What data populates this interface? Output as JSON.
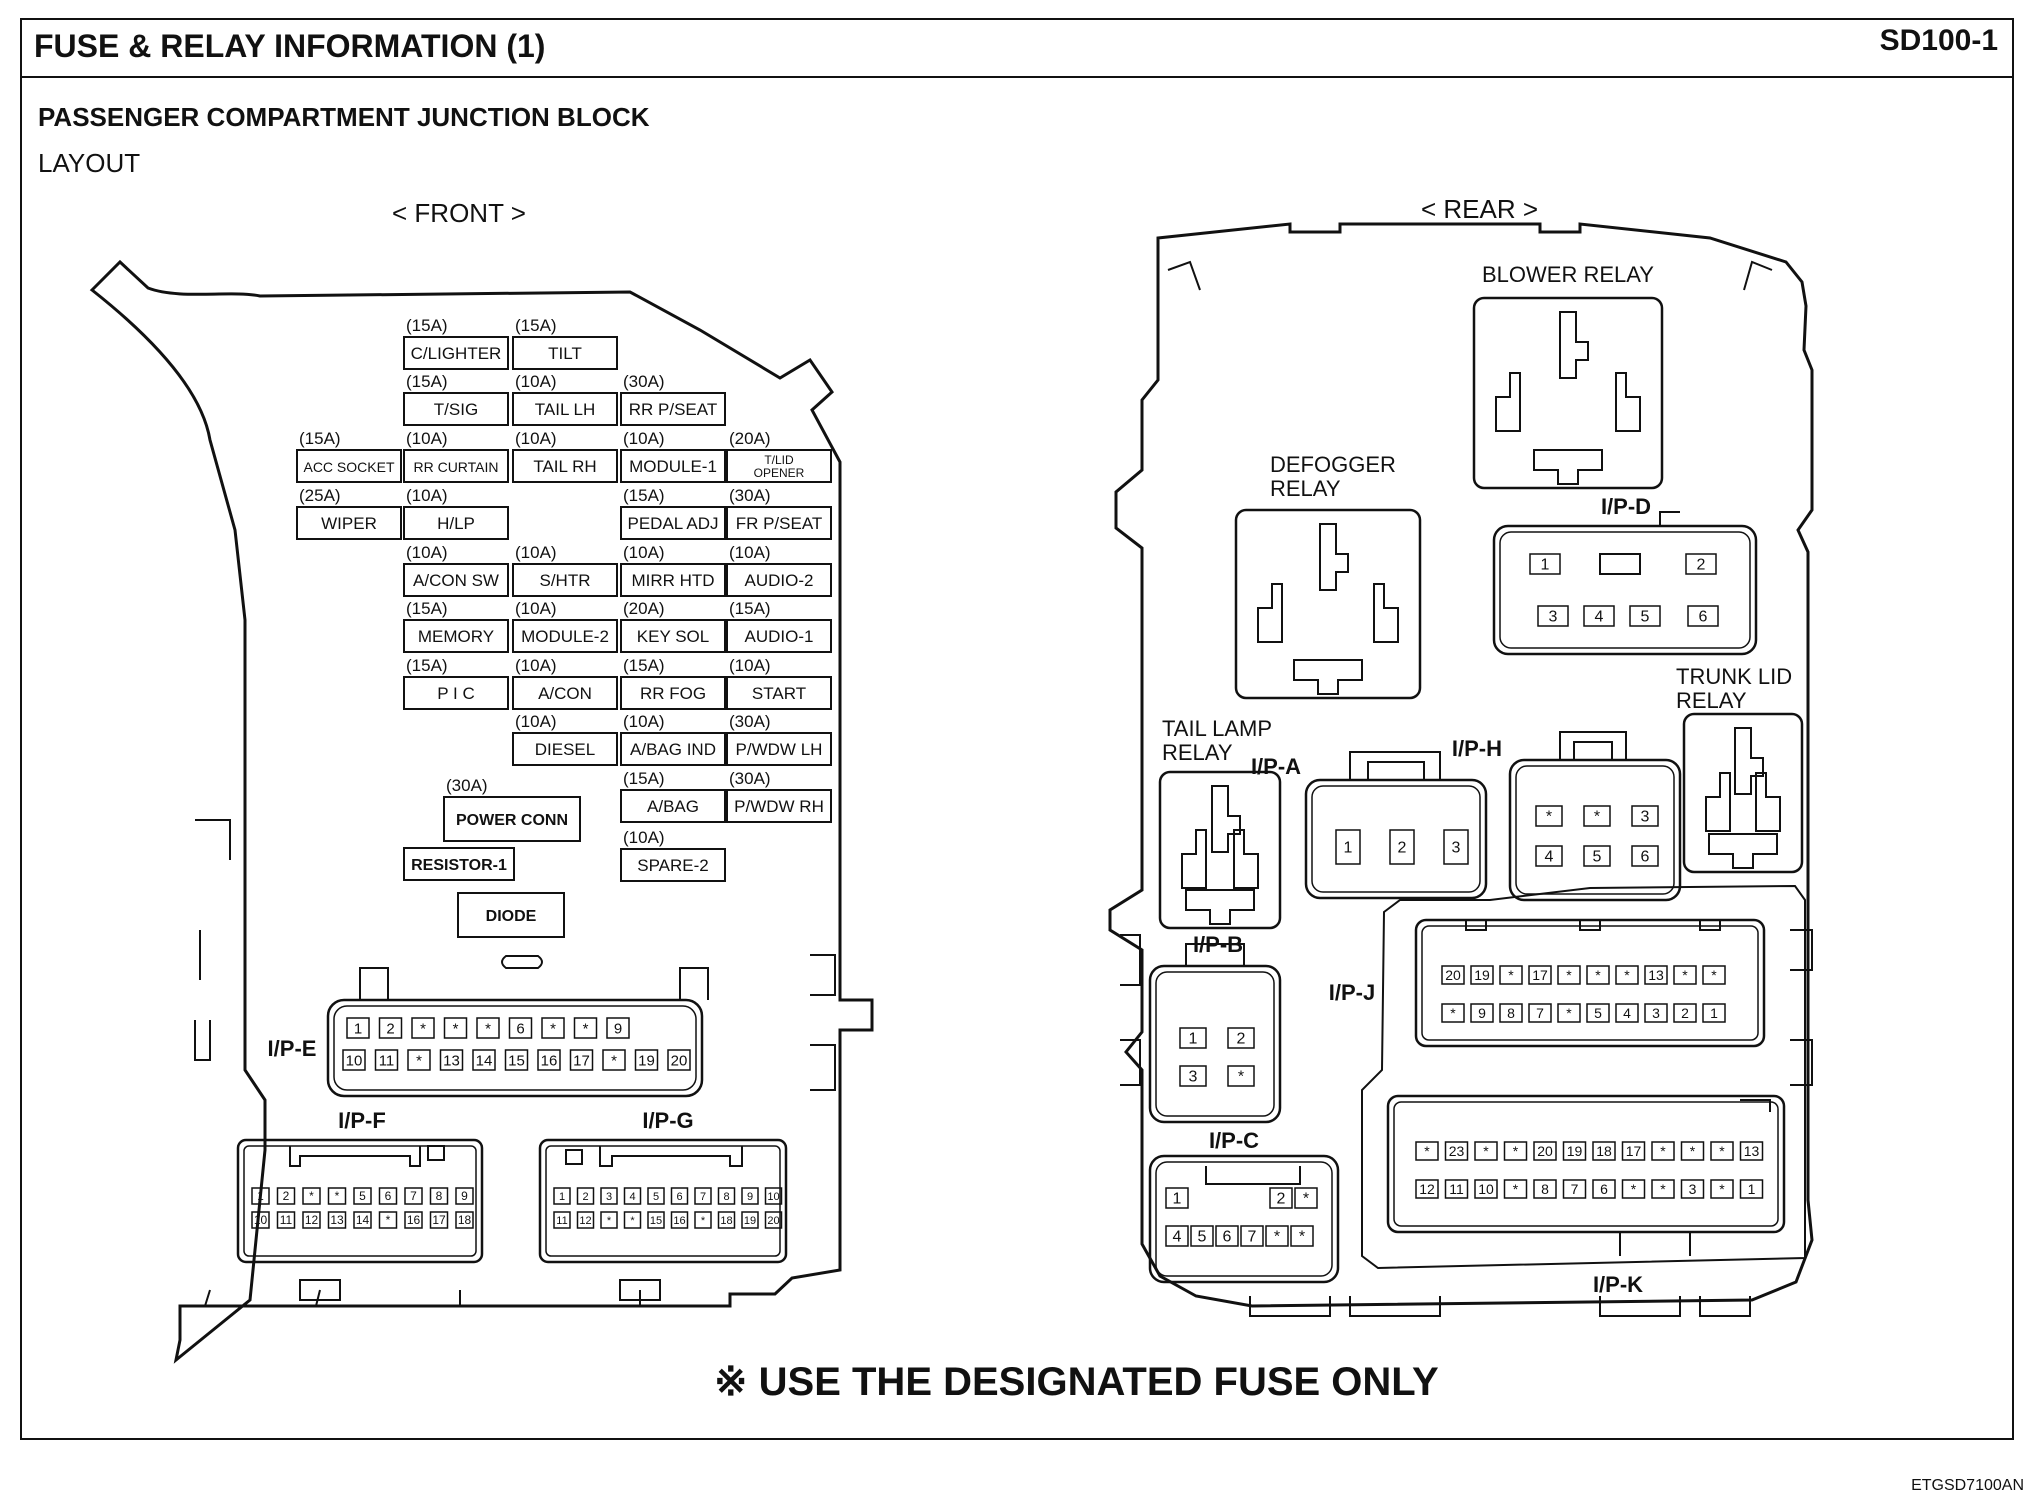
{
  "header": {
    "title": "FUSE & RELAY INFORMATION (1)",
    "page_code": "SD100-1"
  },
  "section": {
    "title": "PASSENGER COMPARTMENT JUNCTION BLOCK",
    "subtitle": "LAYOUT"
  },
  "front": {
    "label": "< FRONT >",
    "fuses": [
      {
        "rating": "(15A)",
        "name": "C/LIGHTER"
      },
      {
        "rating": "(15A)",
        "name": "TILT"
      },
      {
        "rating": "(15A)",
        "name": "T/SIG"
      },
      {
        "rating": "(10A)",
        "name": "TAIL LH"
      },
      {
        "rating": "(30A)",
        "name": "RR P/SEAT"
      },
      {
        "rating": "(15A)",
        "name": "ACC SOCKET"
      },
      {
        "rating": "(10A)",
        "name": "RR CURTAIN"
      },
      {
        "rating": "(10A)",
        "name": "TAIL RH"
      },
      {
        "rating": "(10A)",
        "name": "MODULE-1"
      },
      {
        "rating": "(20A)",
        "name": "T/LID OPENER"
      },
      {
        "rating": "(25A)",
        "name": "WIPER"
      },
      {
        "rating": "(10A)",
        "name": "H/LP"
      },
      {
        "rating": "(15A)",
        "name": "PEDAL ADJ"
      },
      {
        "rating": "(30A)",
        "name": "FR P/SEAT"
      },
      {
        "rating": "(10A)",
        "name": "A/CON SW"
      },
      {
        "rating": "(10A)",
        "name": "S/HTR"
      },
      {
        "rating": "(10A)",
        "name": "MIRR HTD"
      },
      {
        "rating": "(10A)",
        "name": "AUDIO-2"
      },
      {
        "rating": "(15A)",
        "name": "MEMORY"
      },
      {
        "rating": "(10A)",
        "name": "MODULE-2"
      },
      {
        "rating": "(20A)",
        "name": "KEY SOL"
      },
      {
        "rating": "(15A)",
        "name": "AUDIO-1"
      },
      {
        "rating": "(15A)",
        "name": "P I C"
      },
      {
        "rating": "(10A)",
        "name": "A/CON"
      },
      {
        "rating": "(15A)",
        "name": "RR FOG"
      },
      {
        "rating": "(10A)",
        "name": "START"
      },
      {
        "rating": "(10A)",
        "name": "DIESEL"
      },
      {
        "rating": "(10A)",
        "name": "A/BAG IND"
      },
      {
        "rating": "(30A)",
        "name": "P/WDW LH"
      },
      {
        "rating": "(30A)",
        "name": "POWER CONN"
      },
      {
        "rating": "(15A)",
        "name": "A/BAG"
      },
      {
        "rating": "(30A)",
        "name": "P/WDW RH"
      },
      {
        "rating": "",
        "name": "RESISTOR-1"
      },
      {
        "rating": "(10A)",
        "name": "SPARE-2"
      },
      {
        "rating": "",
        "name": "DIODE"
      }
    ],
    "connectors": {
      "ipe": {
        "label": "I/P-E",
        "row1": [
          "1",
          "2",
          "*",
          "*",
          "*",
          "6",
          "*",
          "*",
          "9"
        ],
        "row2": [
          "10",
          "11",
          "*",
          "13",
          "14",
          "15",
          "16",
          "17",
          "*",
          "19",
          "20"
        ]
      },
      "ipf": {
        "label": "I/P-F",
        "row1": [
          "1",
          "2",
          "*",
          "*",
          "5",
          "6",
          "7",
          "8",
          "9"
        ],
        "row2": [
          "10",
          "11",
          "12",
          "13",
          "14",
          "*",
          "16",
          "17",
          "18"
        ]
      },
      "ipg": {
        "label": "I/P-G",
        "row1": [
          "1",
          "2",
          "3",
          "4",
          "5",
          "6",
          "7",
          "8",
          "9",
          "10"
        ],
        "row2": [
          "11",
          "12",
          "*",
          "*",
          "15",
          "16",
          "*",
          "18",
          "19",
          "20"
        ]
      }
    }
  },
  "rear": {
    "label": "< REAR >",
    "relays": {
      "blower": "BLOWER RELAY",
      "defogger": "DEFOGGER RELAY",
      "tail_lamp": "TAIL LAMP RELAY",
      "trunk_lid": "TRUNK LID RELAY"
    },
    "connectors": {
      "ipd": {
        "label": "I/P-D",
        "row1": [
          "1",
          "2"
        ],
        "row2": [
          "3",
          "4",
          "5",
          "6"
        ]
      },
      "ipa": {
        "label": "I/P-A",
        "row1": [
          "1",
          "2",
          "3"
        ]
      },
      "iph": {
        "label": "I/P-H",
        "row1": [
          "*",
          "*",
          "3"
        ],
        "row2": [
          "4",
          "5",
          "6"
        ]
      },
      "ipb": {
        "label": "I/P-B",
        "row1": [
          "1",
          "2"
        ],
        "row2": [
          "3",
          "*"
        ]
      },
      "ipc": {
        "label": "I/P-C",
        "row1": [
          "1",
          "2",
          "*"
        ],
        "row2": [
          "4",
          "5",
          "6",
          "7",
          "*",
          "*"
        ]
      },
      "ipj": {
        "label": "I/P-J",
        "row1": [
          "20",
          "19",
          "*",
          "17",
          "*",
          "*",
          "*",
          "13",
          "*",
          "*"
        ],
        "row2": [
          "*",
          "9",
          "8",
          "7",
          "*",
          "5",
          "4",
          "3",
          "2",
          "1"
        ]
      },
      "ipk": {
        "label": "I/P-K",
        "row1": [
          "*",
          "23",
          "*",
          "*",
          "20",
          "19",
          "18",
          "17",
          "*",
          "*",
          "*",
          "13"
        ],
        "row2": [
          "12",
          "11",
          "10",
          "*",
          "8",
          "7",
          "6",
          "*",
          "*",
          "3",
          "*",
          "1"
        ]
      }
    }
  },
  "footer": {
    "note_symbol": "※",
    "note": "USE THE DESIGNATED FUSE ONLY",
    "figure_code": "ETGSD7100AN"
  }
}
